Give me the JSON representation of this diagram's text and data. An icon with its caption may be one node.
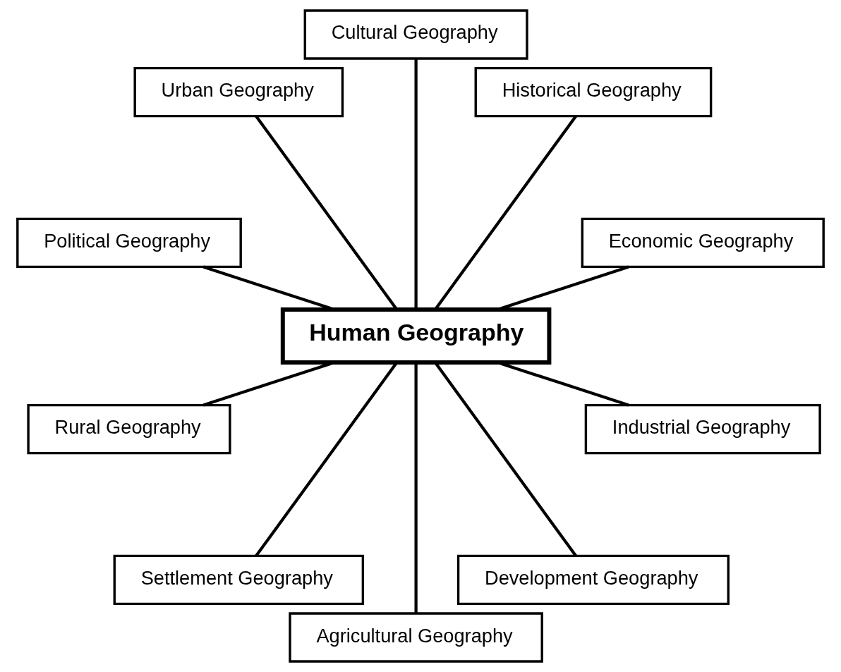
{
  "diagram": {
    "nodes": [
      {
        "text": [
          "Economic Geography"
        ]
      },
      {
        "text": [
          "Historical Geography"
        ]
      },
      {
        "text": [
          "Cultural Geography"
        ]
      },
      {
        "text": [
          "Urban Geography"
        ]
      },
      {
        "text": [
          "Human Geography"
        ]
      },
      {
        "text": [
          "Political Geography"
        ]
      },
      {
        "text": [
          "Rural Geography"
        ]
      },
      {
        "text": [
          "Settlement Geography"
        ]
      },
      {
        "text": [
          "Agricultural Geography"
        ]
      },
      {
        "text": [
          "Development Geography"
        ]
      },
      {
        "text": [
          "Industrial Geography"
        ]
      }
    ],
    "edges": [
      {
        "from": 4,
        "to": 0,
        "arrow": "none"
      },
      {
        "from": 4,
        "to": 2,
        "arrow": "none"
      },
      {
        "from": 4,
        "to": 5,
        "arrow": "none"
      },
      {
        "from": 4,
        "to": 7,
        "arrow": "none"
      },
      {
        "from": 4,
        "to": 9,
        "arrow": "none"
      },
      {
        "from": 4,
        "to": 10,
        "arrow": "none"
      },
      {
        "from": 4,
        "to": 8,
        "arrow": "none"
      },
      {
        "from": 4,
        "to": 6,
        "arrow": "none"
      },
      {
        "from": 4,
        "to": 3,
        "arrow": "none"
      },
      {
        "from": 4,
        "to": 1,
        "arrow": "none"
      }
    ]
  }
}
